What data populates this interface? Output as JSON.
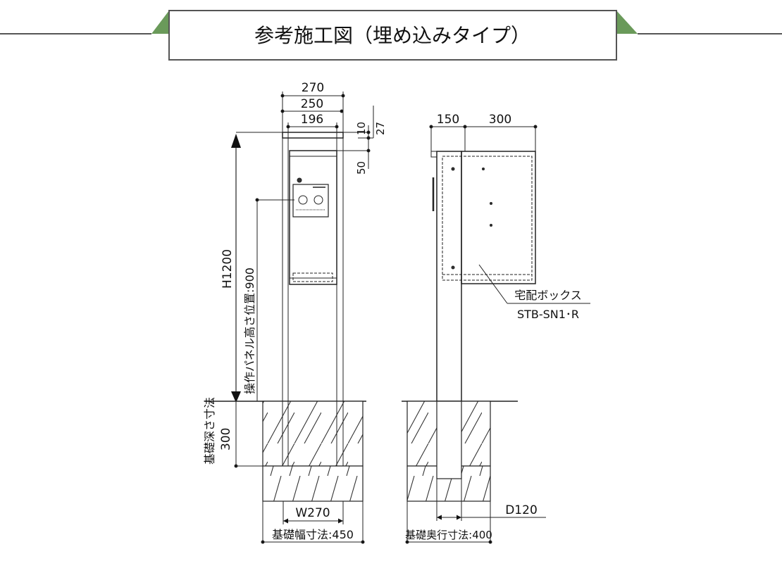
{
  "header": {
    "title": "参考施工図（埋め込みタイプ）",
    "accent_color": "#6a9a5a",
    "rule_color": "#555555"
  },
  "front_view": {
    "dim_270": "270",
    "dim_250": "250",
    "dim_196": "196",
    "dim_10": "10",
    "dim_27": "27",
    "dim_50": "50",
    "height_label": "H1200",
    "panel_height_label": "操作パネル高さ位置:900",
    "foundation_depth_label": "基礎深さ寸法",
    "foundation_depth_value": "300",
    "width_label": "W270",
    "foundation_width_label": "基礎幅寸法:450"
  },
  "side_view": {
    "dim_150": "150",
    "dim_300": "300",
    "box_label_line1": "宅配ボックス",
    "box_label_line2": "STB-SN1･R",
    "depth_label": "D120",
    "foundation_depth_label": "基礎奥行寸法:400"
  }
}
